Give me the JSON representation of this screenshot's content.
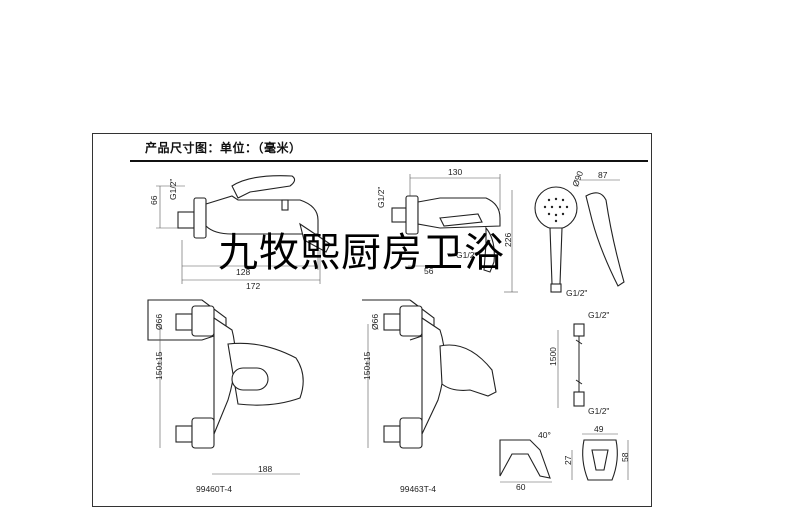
{
  "heading": "产品尺寸图：单位：（毫米）",
  "watermark": "九牧熙厨房卫浴",
  "dims": {
    "top_left_width_inner": "128",
    "top_left_width_outer": "172",
    "top_left_height": "66",
    "top_left_thread": "G1/2\"",
    "top_mid_width": "130",
    "top_mid_thread_v": "G1/2\"",
    "top_mid_thread_h": "G1/2\"",
    "top_mid_depth": "56",
    "top_mid_height": "226",
    "shower_diameter": "Ø90",
    "shower_head_width": "87",
    "shower_thread": "G1/2\"",
    "left_diameter": "Ø66",
    "left_spacing": "150±15",
    "left_width": "188",
    "mid_diameter": "Ø66",
    "mid_spacing": "150±15",
    "hose_thread_top": "G1/2\"",
    "hose_length": "1500",
    "hose_thread_bottom": "G1/2\"",
    "bracket_angle": "40°",
    "bracket_depth": "60",
    "holder_width": "49",
    "holder_inner": "27",
    "holder_height": "58"
  },
  "models": {
    "left": "99460T-4",
    "mid": "99463T-4"
  }
}
